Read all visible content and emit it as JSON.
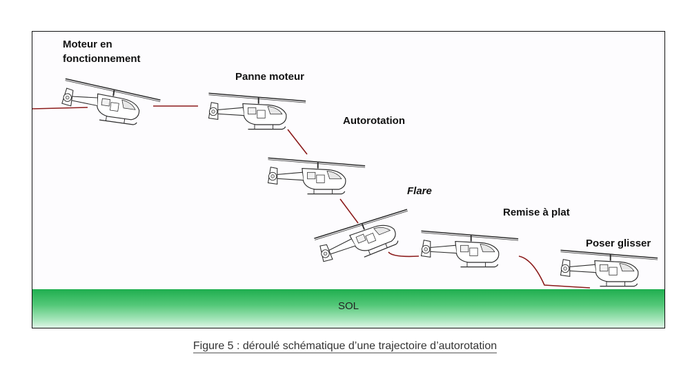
{
  "labels": {
    "moteur_line1": "Moteur en",
    "moteur_line2": "fonctionnement",
    "panne": "Panne moteur",
    "autorotation": "Autorotation",
    "flare": "Flare",
    "remise": "Remise à plat",
    "poser": "Poser glisser"
  },
  "ground_label": "SOL",
  "caption": "Figure 5 : déroulé schématique d’une trajectoire d’autorotation",
  "colors": {
    "trajectory": "#8b1a1a",
    "ground": "#1fae4f",
    "outline": "#2a2a2a"
  },
  "icons": {
    "helicopter": "helicopter-icon"
  }
}
